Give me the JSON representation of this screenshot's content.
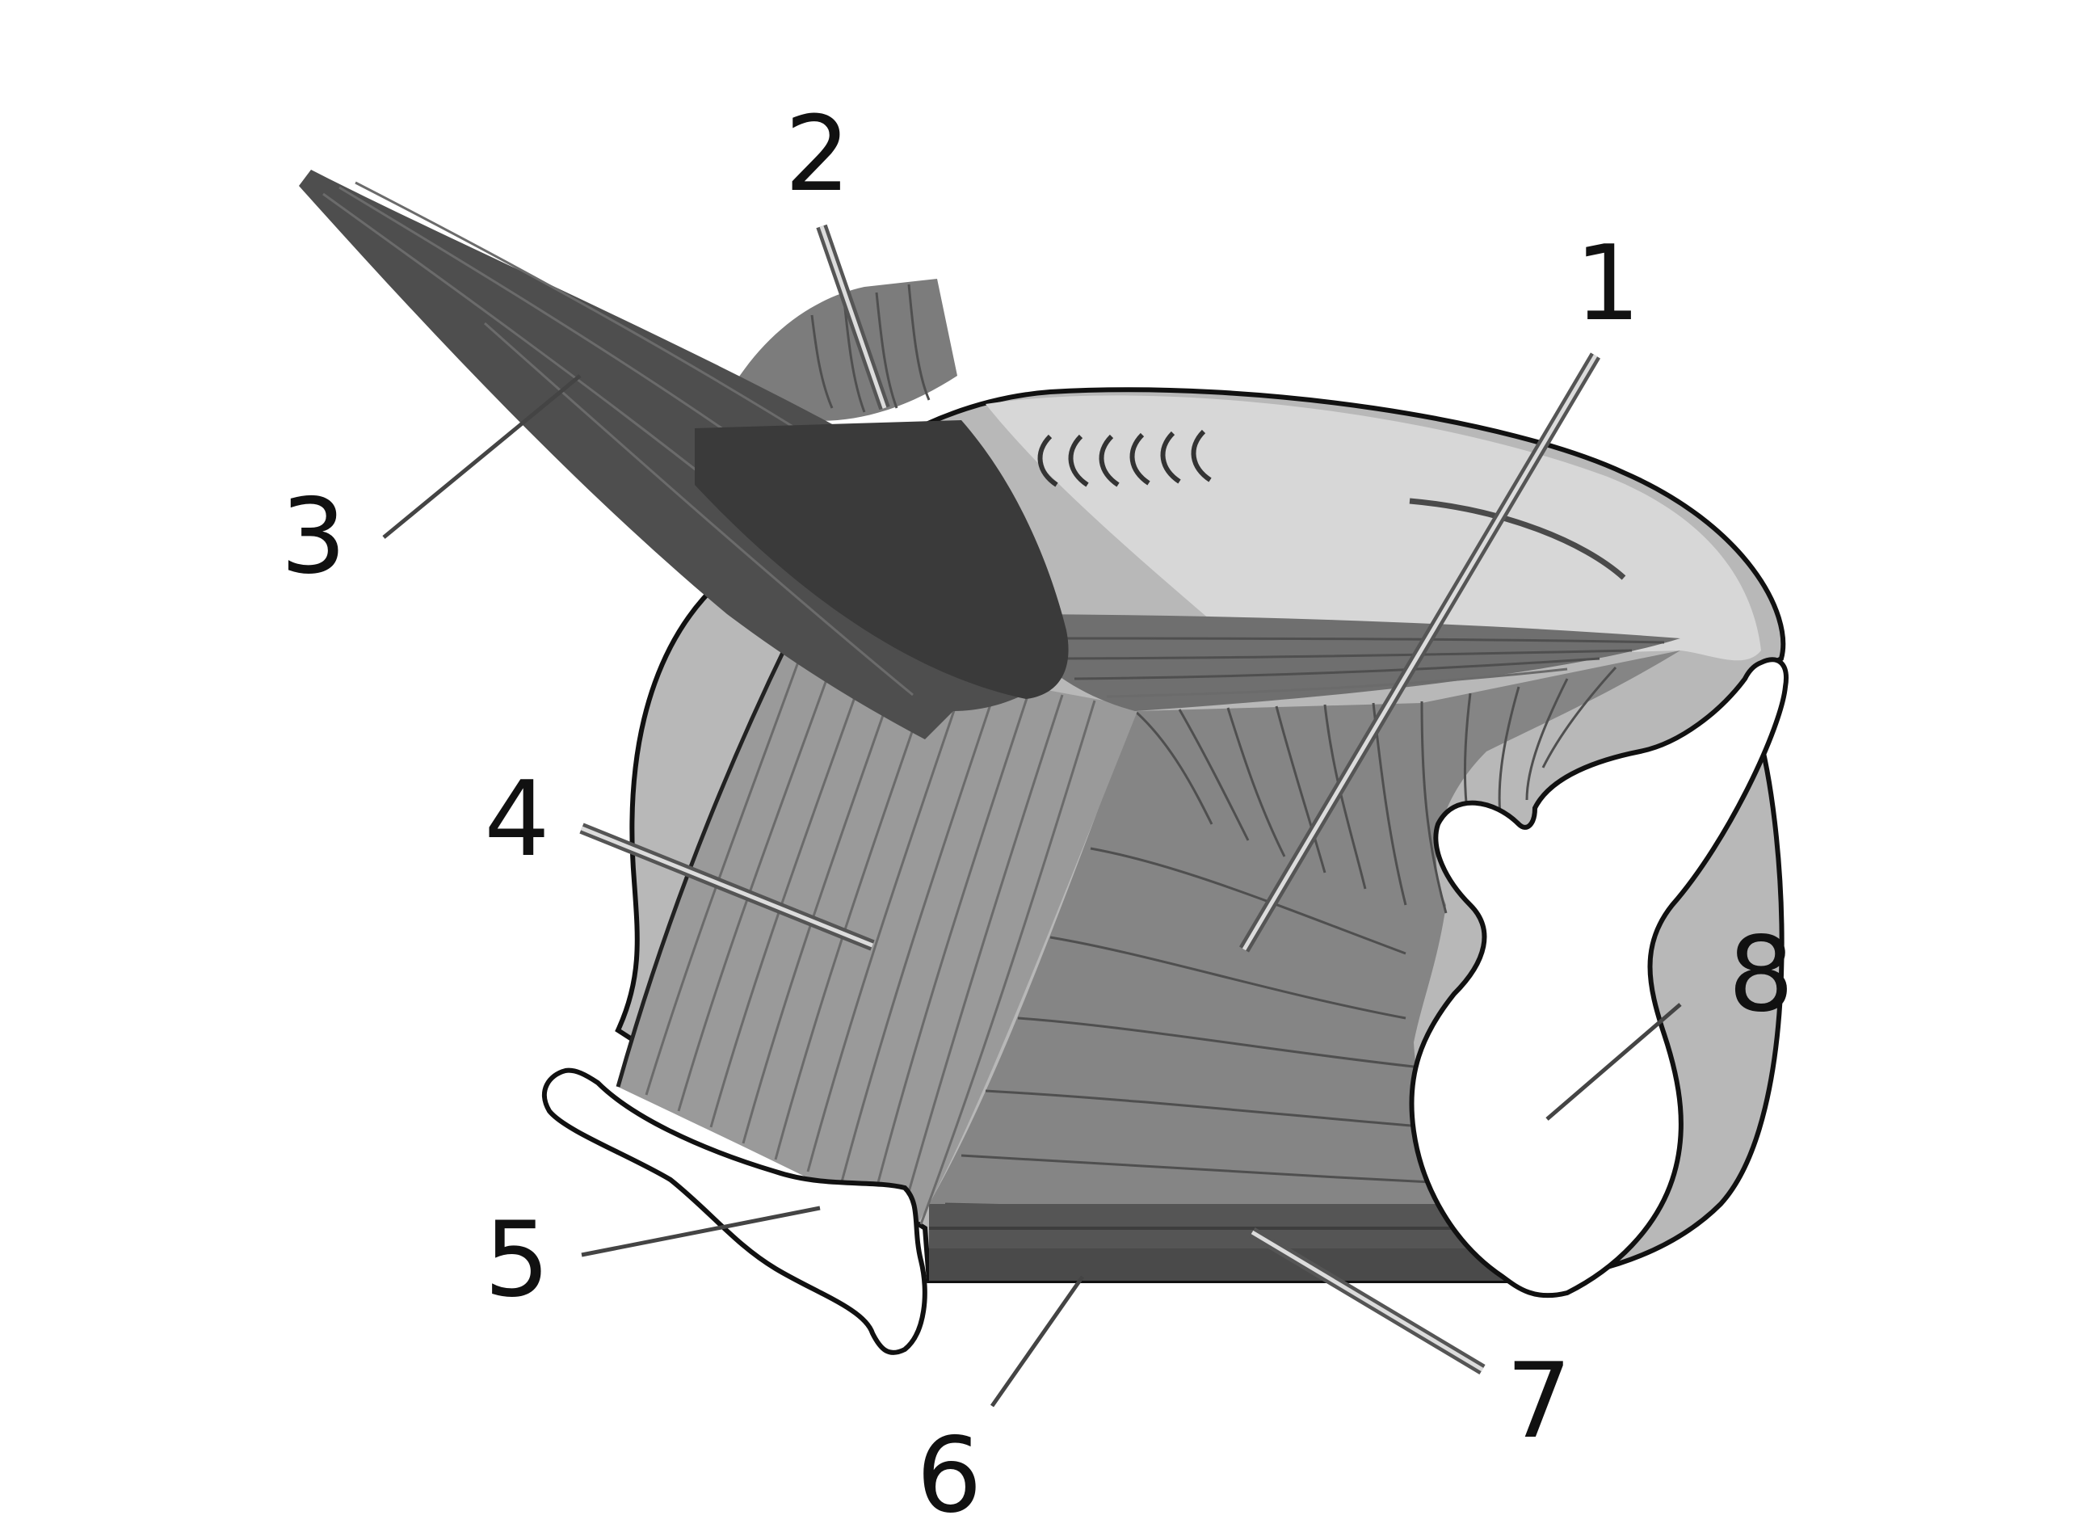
{
  "figure": {
    "callouts": [
      {
        "id": "1",
        "label": "1"
      },
      {
        "id": "2",
        "label": "2"
      },
      {
        "id": "3",
        "label": "3"
      },
      {
        "id": "4",
        "label": "4"
      },
      {
        "id": "5",
        "label": "5"
      },
      {
        "id": "6",
        "label": "6"
      },
      {
        "id": "7",
        "label": "7"
      },
      {
        "id": "8",
        "label": "8"
      }
    ]
  },
  "colors": {
    "background": "#ffffff",
    "outline": "#111111",
    "light_gray": "#b8b8b8",
    "light_gray_inner": "#d7d7d7",
    "mid_gray": "#858585",
    "mid_dark_gray": "#666666",
    "dark_gray": "#4a4a4a",
    "darkest_gray": "#333333",
    "bone_white": "#ffffff"
  }
}
